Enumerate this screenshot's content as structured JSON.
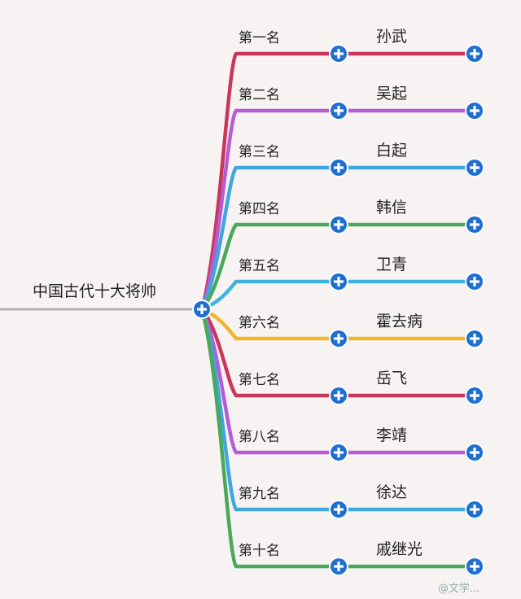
{
  "root": {
    "label": "中国古代十大将帅"
  },
  "nodes": [
    {
      "rank": "第一名",
      "name": "孙武",
      "color": "#c8365a"
    },
    {
      "rank": "第二名",
      "name": "吴起",
      "color": "#b65bd6"
    },
    {
      "rank": "第三名",
      "name": "白起",
      "color": "#3fa6e0"
    },
    {
      "rank": "第四名",
      "name": "韩信",
      "color": "#4aa85a"
    },
    {
      "rank": "第五名",
      "name": "卫青",
      "color": "#3fb3e0"
    },
    {
      "rank": "第六名",
      "name": "霍去病",
      "color": "#f2b52c"
    },
    {
      "rank": "第七名",
      "name": "岳飞",
      "color": "#c8365a"
    },
    {
      "rank": "第八名",
      "name": "李靖",
      "color": "#b65bd6"
    },
    {
      "rank": "第九名",
      "name": "徐达",
      "color": "#3fa6e0"
    },
    {
      "rank": "第十名",
      "name": "戚继光",
      "color": "#4aa85a"
    }
  ],
  "colors": {
    "root_line": "#b9b1b1",
    "plus_fill": "#1f6fd1",
    "plus_ring": "#ffffff"
  },
  "icons": {
    "expand": "plus-circle-icon"
  },
  "watermark": "@文学..."
}
